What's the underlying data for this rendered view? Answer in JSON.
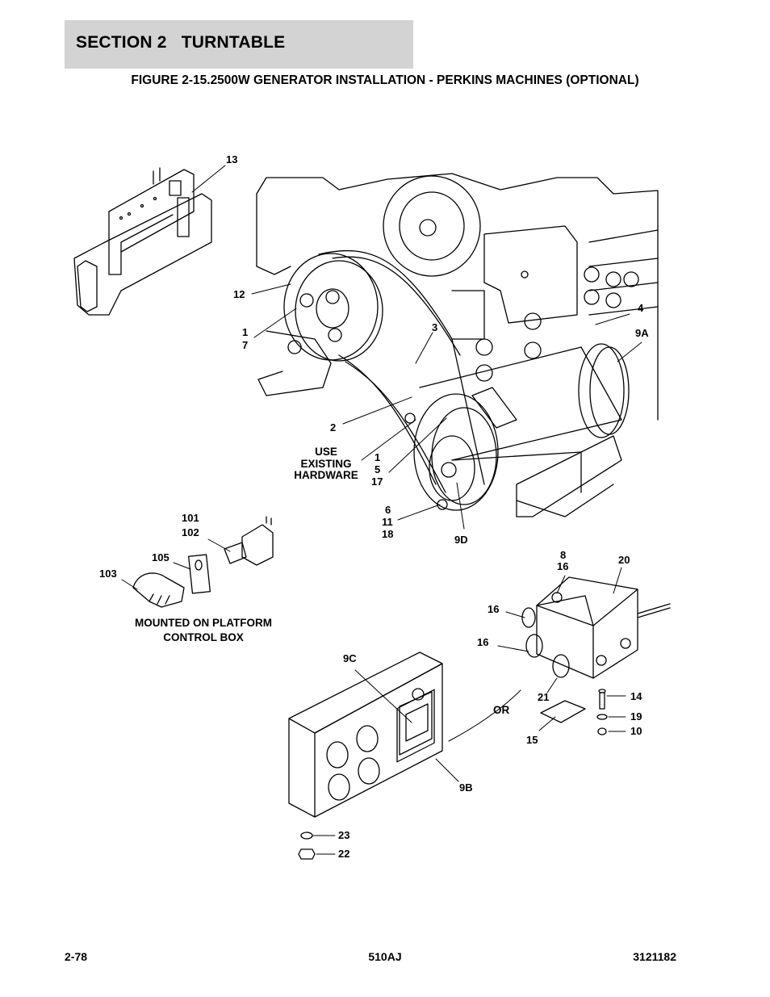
{
  "header": {
    "section": "SECTION 2   TURNTABLE",
    "figure_title": "FIGURE 2-15.2500W GENERATOR INSTALLATION - PERKINS MACHINES (OPTIONAL)"
  },
  "callouts": {
    "c13": "13",
    "c12": "12",
    "c1a": "1",
    "c7": "7",
    "c3": "3",
    "c4": "4",
    "c9a": "9A",
    "c2": "2",
    "c1b": "1",
    "c5": "5",
    "c17": "17",
    "c6": "6",
    "c11": "11",
    "c18": "18",
    "c9d": "9D",
    "c101": "101",
    "c102": "102",
    "c105": "105",
    "c103": "103",
    "c8": "8",
    "c16a": "16",
    "c20": "20",
    "c16b": "16",
    "c16c": "16",
    "c21": "21",
    "c14": "14",
    "c19": "19",
    "c10": "10",
    "c15": "15",
    "c9c": "9C",
    "c9b": "9B",
    "c23": "23",
    "c22": "22"
  },
  "notes": {
    "use_existing": [
      "USE",
      "EXISTING",
      "HARDWARE"
    ],
    "mounted": [
      "MOUNTED ON PLATFORM",
      "CONTROL BOX"
    ],
    "or_label": "OR"
  },
  "footer": {
    "page_number": "2-78",
    "model": "510AJ",
    "document_number": "3121182"
  }
}
